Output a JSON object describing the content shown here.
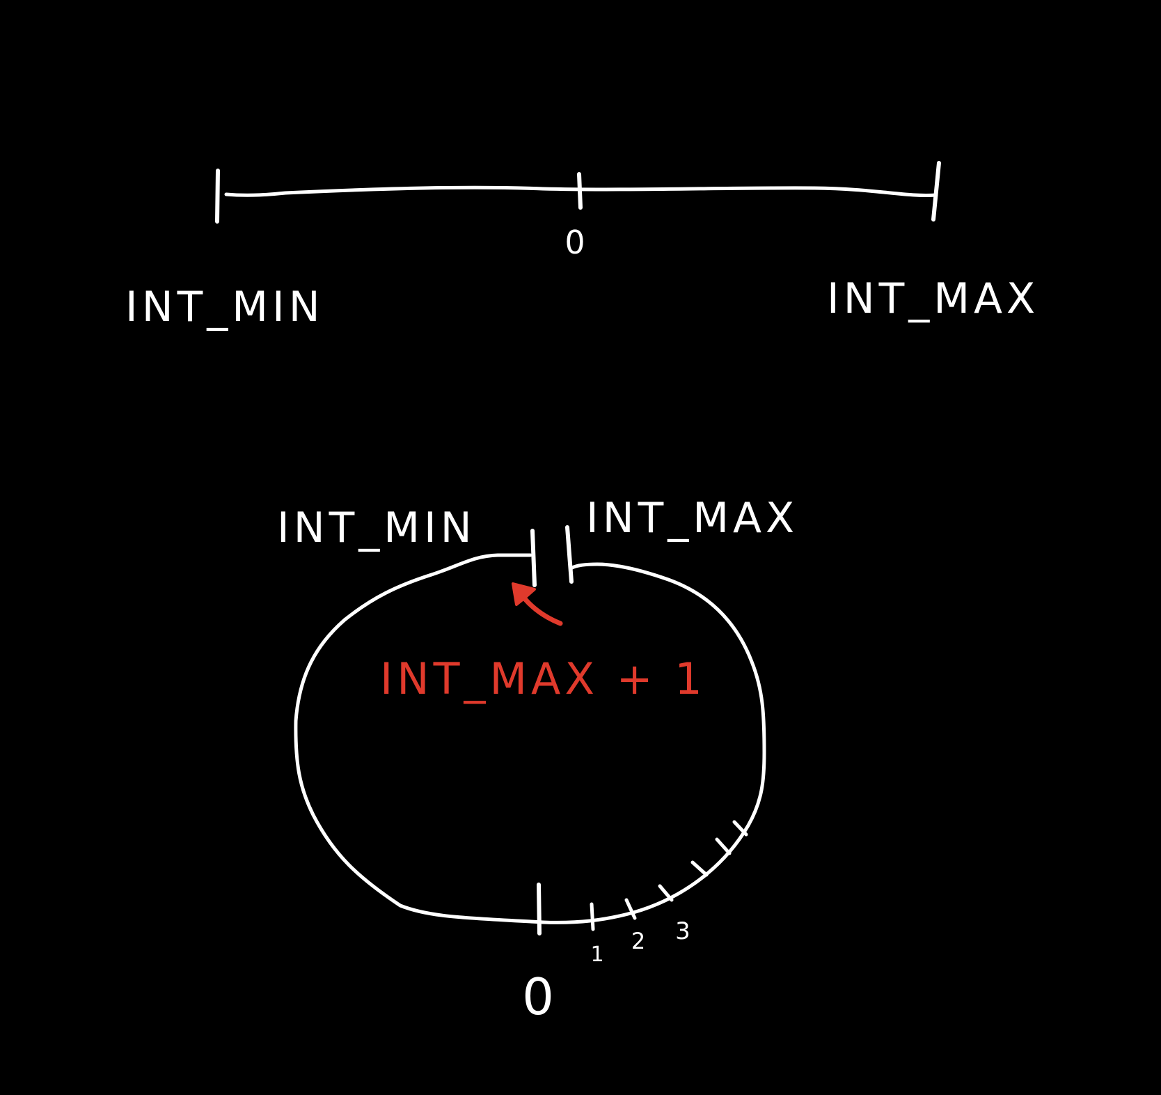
{
  "colors": {
    "background": "#000000",
    "ink": "#ffffff",
    "accent": "#e03a2c"
  },
  "number_line": {
    "left_label": "INT_MIN",
    "center_label": "0",
    "right_label": "INT_MAX"
  },
  "circle": {
    "min_label": "INT_MIN",
    "max_label": "INT_MAX",
    "overflow_label": "INT_MAX + 1",
    "zero_label": "0",
    "tick_labels": [
      "1",
      "2",
      "3"
    ]
  }
}
